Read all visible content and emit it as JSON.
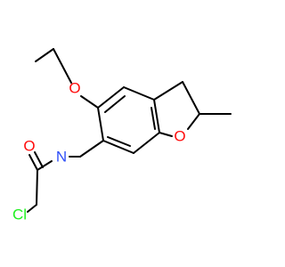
{
  "atoms": {
    "oxygen_ether": {
      "label": "O",
      "color": "#ff0d0d"
    },
    "oxygen_ring": {
      "label": "O",
      "color": "#ff0d0d"
    },
    "oxygen_carbonyl": {
      "label": "O",
      "color": "#ff0d0d"
    },
    "nitrogen_amide": {
      "label": "N",
      "color": "#3050f8"
    },
    "chlorine": {
      "label": "Cl",
      "color": "#1ff01f"
    }
  },
  "colors": {
    "bond": "#000000",
    "background": "#ffffff"
  }
}
